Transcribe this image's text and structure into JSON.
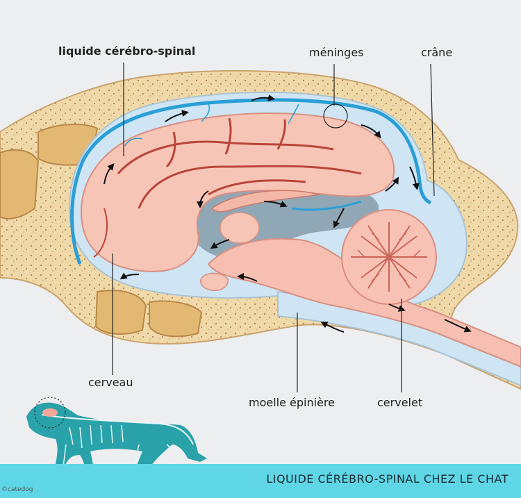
{
  "labels": {
    "csf": "liquide cérébro-spinal",
    "meninges": "méninges",
    "skull": "crâne",
    "cerebrum": "cerveau",
    "spinal_cord": "moelle épinière",
    "cerebellum": "cervelet"
  },
  "footer": {
    "title": "LIQUIDE CÉRÉBRO-SPINAL CHEZ LE CHAT"
  },
  "credit": "©catedog",
  "colors": {
    "background": "#eceef0",
    "bone": "#f2deb1",
    "csf_space": "#cfe5f4",
    "ventricle": "#7f98a6",
    "brain": "#f7c5b6",
    "brain_fold": "#b8453a",
    "meninges": "#2a9fd6",
    "footer_band": "#5fd6e6",
    "cat_silhouette": "#2aa2aa"
  }
}
